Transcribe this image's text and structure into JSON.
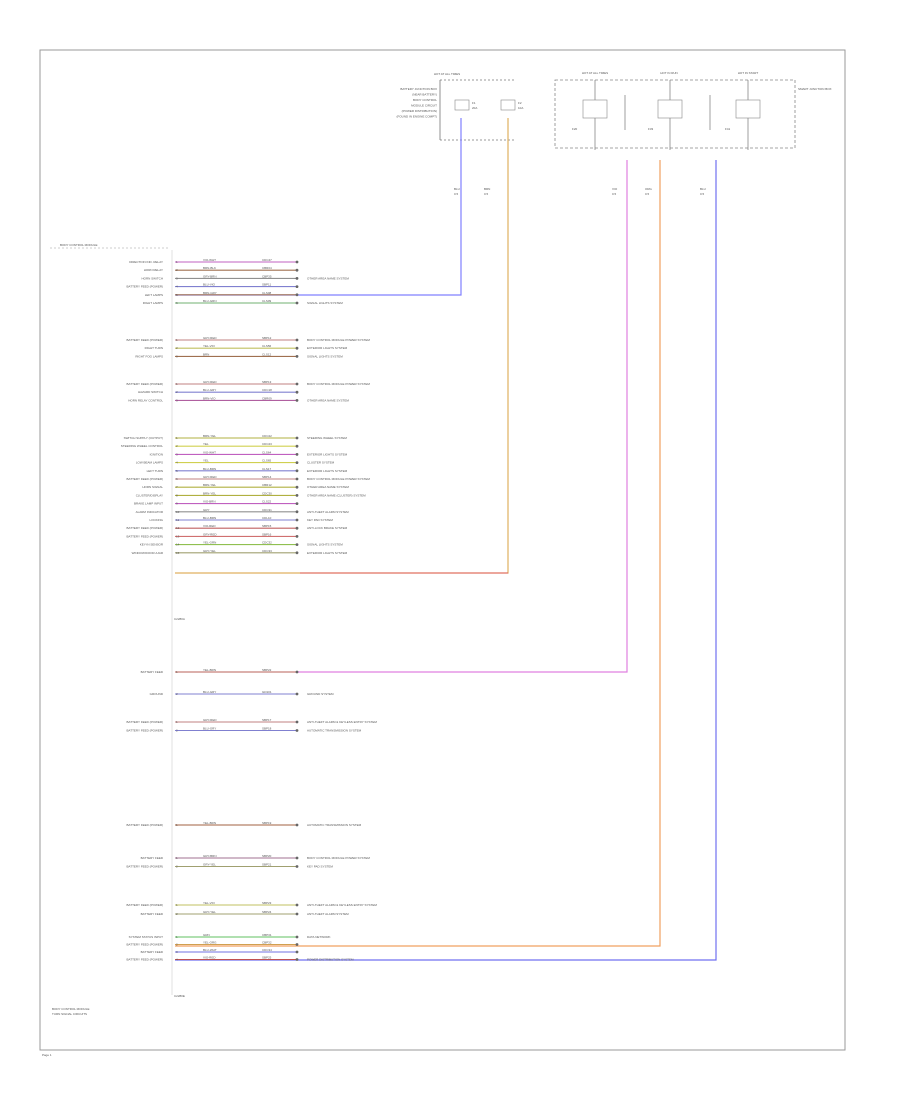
{
  "fuse_box": {
    "label": "HOT AT ALL TIMES",
    "desc": [
      "BATTERY JUNCTION BOX",
      "(NEAR BATTERY)",
      "BODY CONTROL",
      "MODULE CIRCUIT",
      "(POWER DISTRIBUTION)",
      "(FOUND IN ENGINE COMPT)"
    ],
    "fuses": [
      {
        "name": "F1",
        "value": "20A"
      },
      {
        "name": "F2",
        "value": "10A"
      }
    ],
    "wires": [
      {
        "color": "BLU",
        "gauge": "0.5"
      },
      {
        "color": "BRN",
        "gauge": "0.5"
      }
    ]
  },
  "relay_box": {
    "labels": [
      "HOT AT ALL TIMES",
      "HOT IN RUN",
      "HOT IN START"
    ],
    "name": "SMART JUNCTION BOX",
    "fuse_labels": [
      "F20",
      "F33",
      "F41"
    ],
    "wires": [
      {
        "color": "VIO",
        "gauge": "0.5"
      },
      {
        "color": "ORG",
        "gauge": "0.5"
      },
      {
        "color": "BLU",
        "gauge": "0.5"
      }
    ]
  },
  "module": {
    "title": "BODY CONTROL MODULE",
    "connector_top": "C2280A",
    "connector_mid": "C2280D",
    "connector_bottom": "C2280E"
  },
  "groups": [
    {
      "labels": [
        "DIRECTION IND. RELAY",
        "HORN RELAY",
        "HORN SWITCH",
        "BATTERY FEED (POWER)",
        "LEFT LAMPS",
        "RIGHT LAMPS"
      ],
      "rows": [
        {
          "wire": "VIO-WHT",
          "circuit": "CDC47",
          "dest": "",
          "color": "#c060c0"
        },
        {
          "wire": "BRN-BLK",
          "circuit": "CBR04",
          "dest": "",
          "color": "#a07050"
        },
        {
          "wire": "GRY-BRN",
          "circuit": "CBP35",
          "dest": "OTHER AREA NAME SYSTEM",
          "color": "#909090"
        },
        {
          "wire": "BLU-VIO",
          "circuit": "SBP11",
          "dest": "",
          "color": "#8080d0"
        },
        {
          "wire": "BRN-GRY",
          "circuit": "CLS08",
          "dest": "",
          "color": "#a07050"
        },
        {
          "wire": "BLU-GRN",
          "circuit": "CLS09",
          "dest": "SIGNAL LIGHTS SYSTEM",
          "color": "#70b070"
        }
      ]
    },
    {
      "labels": [
        "BATTERY FEED (POWER)",
        "RIGHT TURN",
        "RIGHT FOG LAMPS"
      ],
      "rows": [
        {
          "wire": "GRY-RED",
          "circuit": "SBP12",
          "dest": "BODY CONTROL MODULE POWER SYSTEM",
          "color": "#c08080"
        },
        {
          "wire": "YEL-VIO",
          "circuit": "CLS56",
          "dest": "EXTERIOR LIGHTS SYSTEM",
          "color": "#c0c060"
        },
        {
          "wire": "BRN",
          "circuit": "CLS12",
          "dest": "SIGNAL LIGHTS SYSTEM",
          "color": "#a07050"
        }
      ]
    },
    {
      "labels": [
        "BATTERY FEED (POWER)",
        "HAZARD SWITCH",
        "HORN RELAY CONTROL"
      ],
      "rows": [
        {
          "wire": "GRY-RED",
          "circuit": "SBP13",
          "dest": "BODY CONTROL MODULE POWER SYSTEM",
          "color": "#c08080"
        },
        {
          "wire": "BLU-GRY",
          "circuit": "CDC18",
          "dest": "",
          "color": "#8080d0"
        },
        {
          "wire": "BRN-VIO",
          "circuit": "CBR09",
          "dest": "OTHER AREA NAME SYSTEM",
          "color": "#b060a0"
        }
      ]
    },
    {
      "labels": [
        "SWITCH SUPPLY (OUTPUT)",
        "STEERING WHEEL CONTROL",
        "IGNITION",
        "LOW BEAM LAMPS",
        "LEFT TURN",
        "BATTERY FEED (POWER)",
        "HORN SIGNAL",
        "CLUSTER/DISPLAY",
        "BRAKE LAMP INPUT",
        "ALARM INDICATOR",
        "LOCKING",
        "BATTERY FEED (POWER)",
        "BATTERY FEED (POWER)",
        "KEY-IN SENSOR",
        "WINDOW/DOOR AJAR"
      ],
      "rows": [
        {
          "wire": "BRN-YEL",
          "circuit": "CDC22",
          "dest": "STEERING WHEEL SYSTEM",
          "color": "#b0b040"
        },
        {
          "wire": "YEL",
          "circuit": "CDC23",
          "dest": "",
          "color": "#d0d050"
        },
        {
          "wire": "VIO-WHT",
          "circuit": "CLS64",
          "dest": "EXTERIOR LIGHTS SYSTEM",
          "color": "#c060c0"
        },
        {
          "wire": "YEL",
          "circuit": "CLS65",
          "dest": "CLUSTER SYSTEM",
          "color": "#d0d050"
        },
        {
          "wire": "BLU-BRN",
          "circuit": "CLS17",
          "dest": "EXTERIOR LIGHTS SYSTEM",
          "color": "#8080d0"
        },
        {
          "wire": "GRY-RED",
          "circuit": "SBP14",
          "dest": "BODY CONTROL MODULE POWER SYSTEM",
          "color": "#c08080"
        },
        {
          "wire": "BRN-YEL",
          "circuit": "CBR12",
          "dest": "OTHER AREA NAME SYSTEM",
          "color": "#b0b040"
        },
        {
          "wire": "BRN-YEL",
          "circuit": "CDC30",
          "dest": "OTHER AREA NAME (CLUSTER) SYSTEM",
          "color": "#b0b040"
        },
        {
          "wire": "VIO-BRN",
          "circuit": "CLS22",
          "dest": "",
          "color": "#c060c0"
        },
        {
          "wire": "GRY",
          "circuit": "CDC31",
          "dest": "ANTI-THEFT ALARM SYSTEM",
          "color": "#909090"
        },
        {
          "wire": "BLU-BRN",
          "circuit": "CDL10",
          "dest": "KEY PAD SYSTEM",
          "color": "#8080d0"
        },
        {
          "wire": "VIO-RED",
          "circuit": "SBP15",
          "dest": "ANTI-LOCK BRAKE SYSTEM",
          "color": "#c06060"
        },
        {
          "wire": "GRY-RED",
          "circuit": "SBP16",
          "dest": "",
          "color": "#d07070"
        },
        {
          "wire": "YEL-GRN",
          "circuit": "CDC32",
          "dest": "SIGNAL LIGHTS SYSTEM",
          "color": "#90c050"
        },
        {
          "wire": "GRY-YEL",
          "circuit": "CDC33",
          "dest": "EXTERIOR LIGHTS SYSTEM",
          "color": "#a0a070"
        }
      ]
    },
    {
      "labels": [
        "BATTERY FEED",
        "GROUND"
      ],
      "rows": [
        {
          "wire": "YEL-BRN",
          "circuit": "SBP22",
          "dest": "",
          "color": "#c08060"
        },
        {
          "wire": "BLU-GRY",
          "circuit": "GD101",
          "dest": "GROUND SYSTEM",
          "color": "#8080d0"
        }
      ]
    },
    {
      "labels": [
        "BATTERY FEED (POWER)",
        "BATTERY FEED (POWER)"
      ],
      "rows": [
        {
          "wire": "GRY-RED",
          "circuit": "SBP17",
          "dest": "ANTI-THEFT ALARM & KEYLESS ENTRY SYSTEM",
          "color": "#c08080"
        },
        {
          "wire": "BLU-GRY",
          "circuit": "SBP18",
          "dest": "AUTOMATIC TRANSMISSION SYSTEM",
          "color": "#8080d0"
        }
      ]
    },
    {
      "labels": [
        "BATTERY FEED (POWER)"
      ],
      "rows": [
        {
          "wire": "YEL-BRN",
          "circuit": "SBP19",
          "dest": "AUTOMATIC TRANSMISSION SYSTEM",
          "color": "#a06040"
        }
      ]
    },
    {
      "labels": [
        "BATTERY FEED",
        "BATTERY FEED (POWER)"
      ],
      "rows": [
        {
          "wire": "GRY-BRN",
          "circuit": "SBP20",
          "dest": "BODY CONTROL MODULE POWER SYSTEM",
          "color": "#a07090"
        },
        {
          "wire": "GRY-YEL",
          "circuit": "SBP21",
          "dest": "KEY PAD SYSTEM",
          "color": "#a0a070"
        }
      ]
    },
    {
      "labels": [
        "BATTERY FEED (POWER)",
        "BATTERY FEED"
      ],
      "rows": [
        {
          "wire": "YEL-VIO",
          "circuit": "SBP23",
          "dest": "ANTI-THEFT ALARM & KEYLESS ENTRY SYSTEM",
          "color": "#c0c060"
        },
        {
          "wire": "GRY-YEL",
          "circuit": "SBP24",
          "dest": "ANTI-THEFT ALARM SYSTEM",
          "color": "#a0a070"
        }
      ]
    },
    {
      "labels": [
        "SYSTEM STATUS INPUT",
        "BATTERY FEED (POWER)",
        "BATTERY FEED",
        "BATTERY FEED (POWER)"
      ],
      "rows": [
        {
          "wire": "GRN",
          "circuit": "CBP31",
          "dest": "DATA NETWORK",
          "color": "#60c060"
        },
        {
          "wire": "YEL-ORG",
          "circuit": "CBP32",
          "dest": "",
          "color": "#d0a050"
        },
        {
          "wire": "BLU-WHT",
          "circuit": "CDC34",
          "dest": "",
          "color": "#7070e0"
        },
        {
          "wire": "VIO-RED",
          "circuit": "SBP25",
          "dest": "POWER DISTRIBUTION SYSTEM",
          "color": "#c05050"
        }
      ]
    }
  ],
  "footer": {
    "title": "BODY CONTROL MODULE",
    "subtitle": "TURN SIGNAL CIRCUITS",
    "page": "Page 1"
  }
}
